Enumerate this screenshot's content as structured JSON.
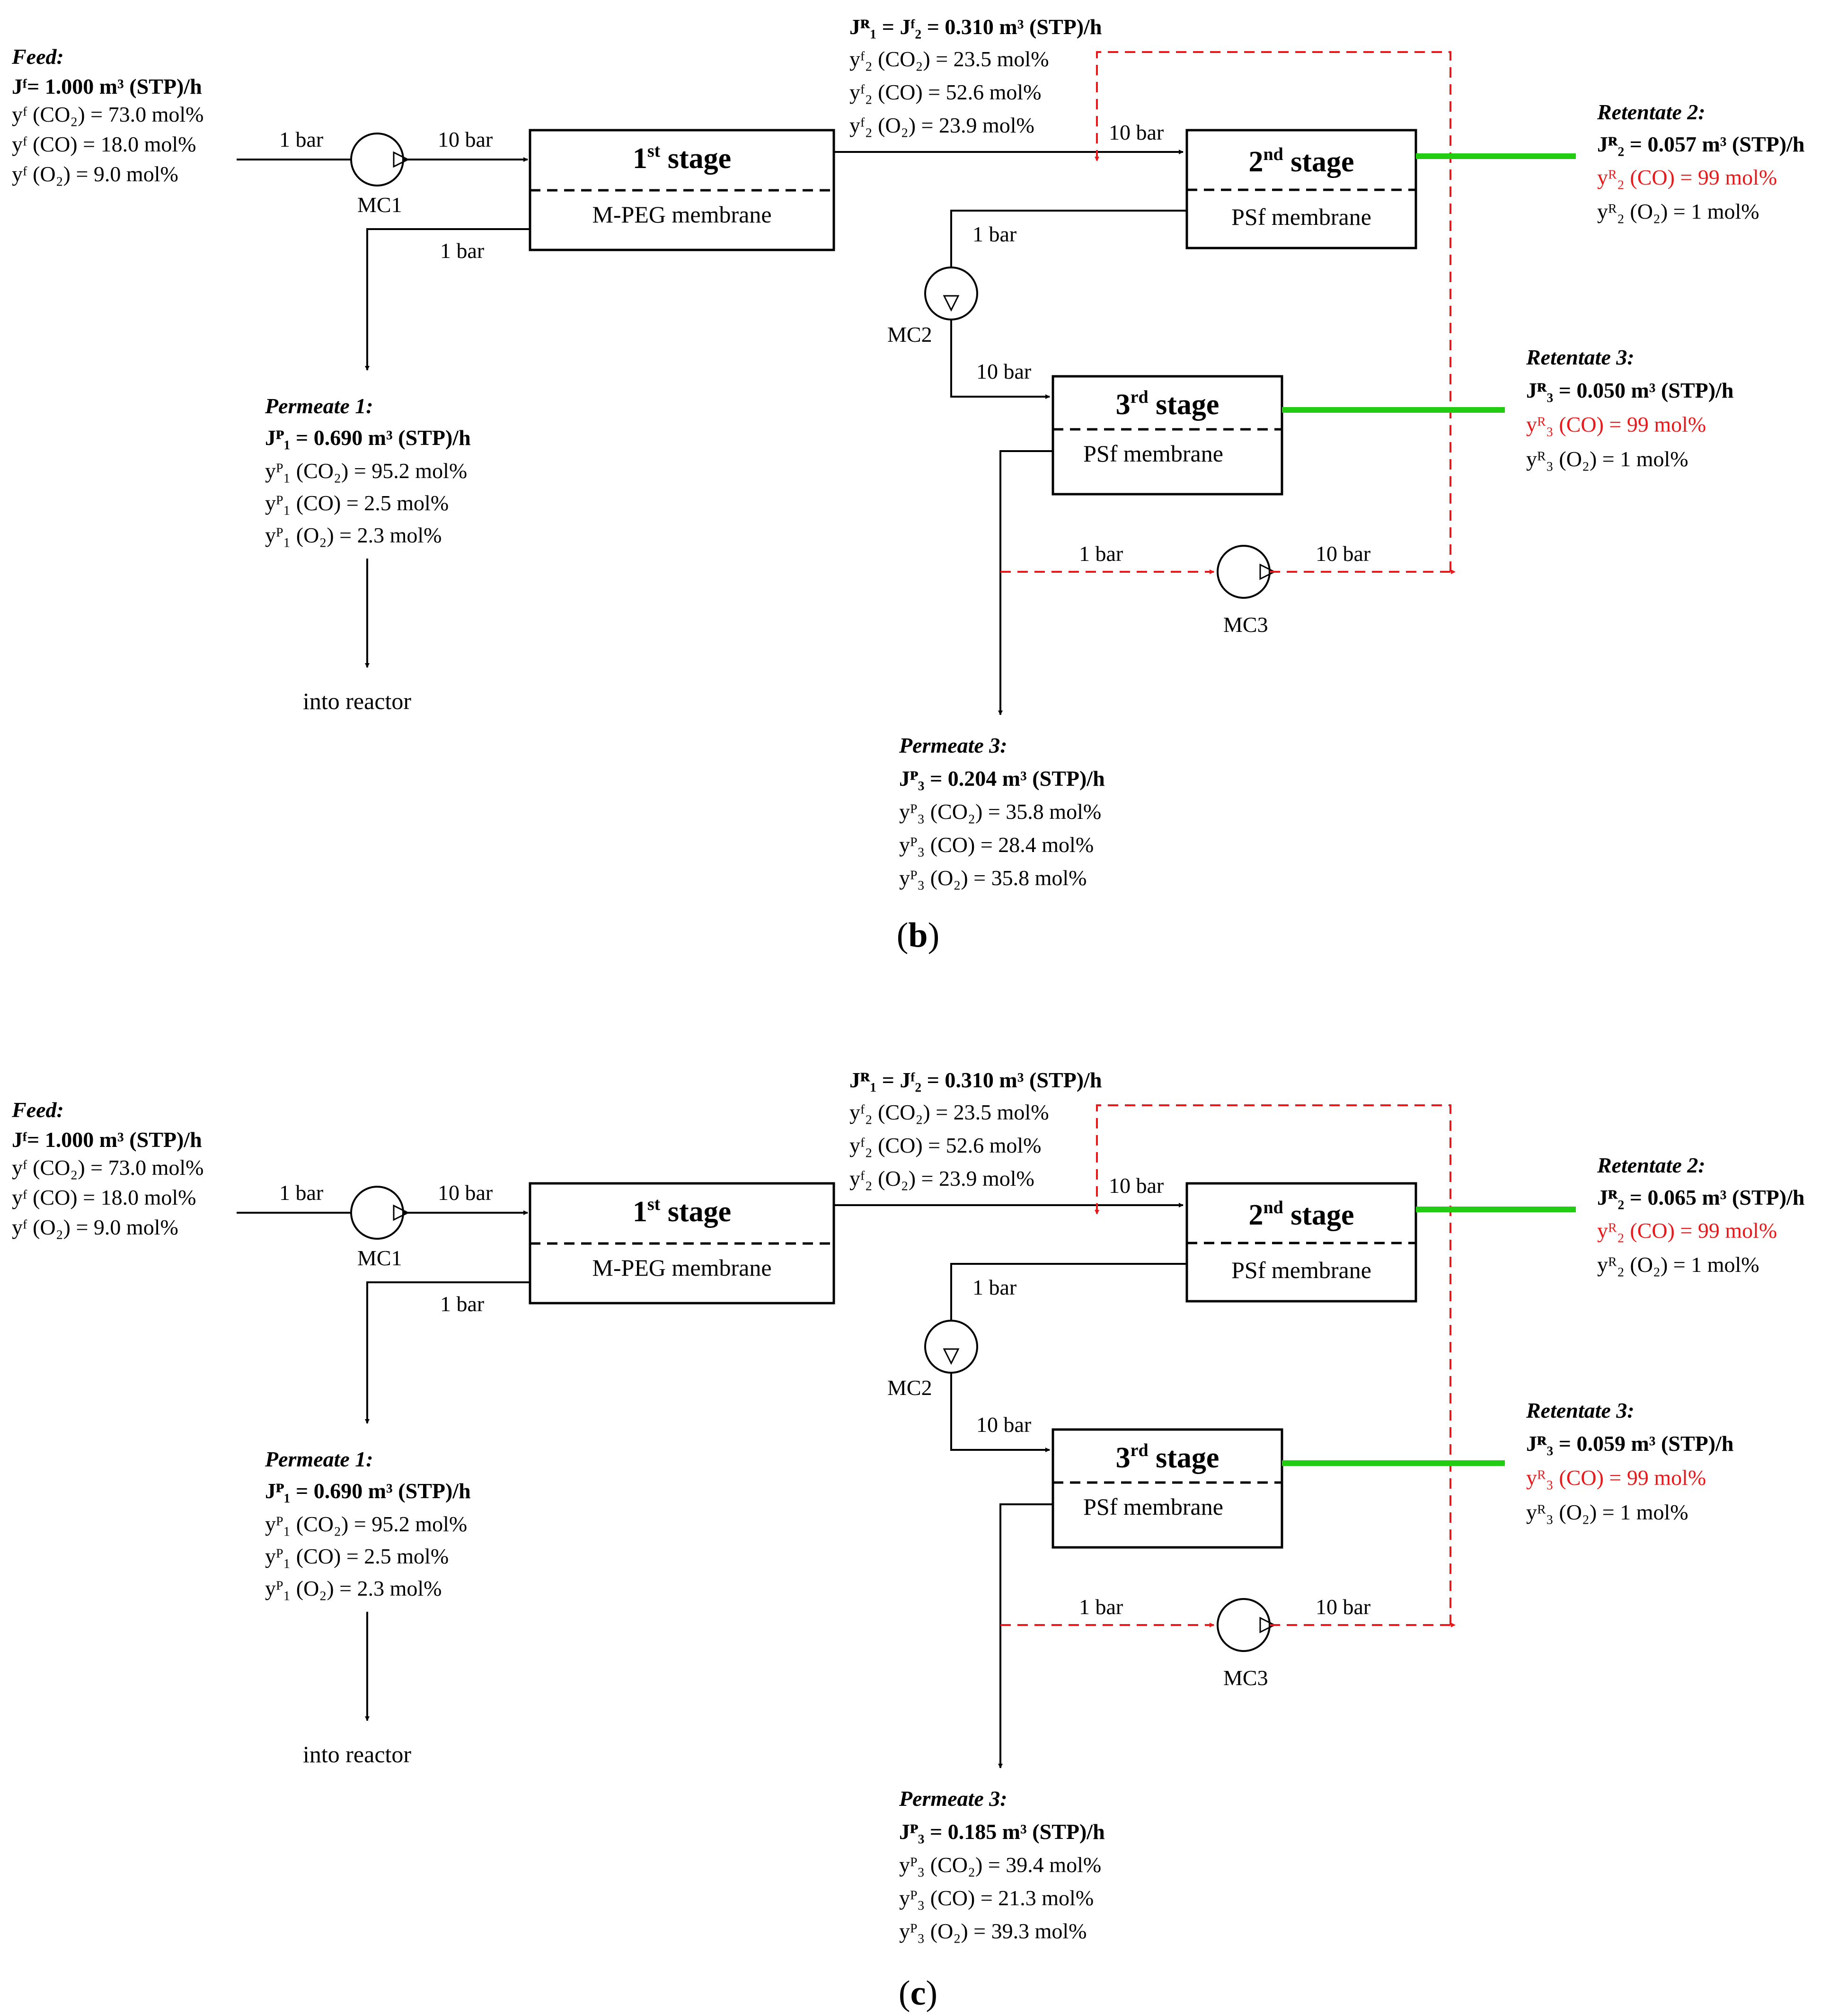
{
  "colors": {
    "line": "#000000",
    "recycle": "#e8191a",
    "product_arrow": "#22cc11",
    "highlight_text": "#e8191a"
  },
  "panels": [
    {
      "feed": {
        "label": "Feed:",
        "j": "Jᶠ= 1.000 m³ (STP)/h",
        "co2": "yᶠ (CO₂) = 73.0 mol%",
        "co": "yᶠ (CO) = 18.0 mol%",
        "o2": "yᶠ (O₂) = 9.0 mol%"
      },
      "pressures": {
        "feed_in": "1 bar",
        "stage1_in": "10 bar",
        "stage1_perm": "1 bar",
        "stage2_in": "10 bar",
        "stage2_perm": "1 bar",
        "stage3_in": "10 bar",
        "recycle_low": "1 bar",
        "recycle_high": "10 bar"
      },
      "compressors": {
        "mc1": "MC1",
        "mc2": "MC2",
        "mc3": "MC3"
      },
      "stage1": {
        "num": "1",
        "sup": "st",
        "word": " stage",
        "membrane": "M-PEG membrane"
      },
      "stage2": {
        "num": "2",
        "sup": "nd",
        "word": " stage",
        "membrane": "PSf membrane"
      },
      "stage3": {
        "num": "3",
        "sup": "rd",
        "word": " stage",
        "membrane": "PSf  membrane"
      },
      "retentate1": {
        "j": "Jᴿ₁ = Jᶠ₂ = 0.310 m³ (STP)/h",
        "co2": "yᶠ₂ (CO₂) = 23.5 mol%",
        "co": "yᶠ₂ (CO) = 52.6 mol%",
        "o2": "yᶠ₂ (O₂) = 23.9 mol%"
      },
      "permeate1": {
        "label": "Permeate 1:",
        "j": "Jᴾ₁ = 0.690 m³ (STP)/h",
        "co2": "yᴾ₁ (CO₂) = 95.2 mol%",
        "co": "yᴾ₁ (CO) = 2.5 mol%",
        "o2": "yᴾ₁ (O₂) = 2.3 mol%",
        "dest": "into reactor"
      },
      "retentate2": {
        "label": "Retentate 2:",
        "j": "Jᴿ₂ = 0.057 m³ (STP)/h",
        "co": "yᴿ₂ (CO) = 99 mol%",
        "o2": "yᴿ₂ (O₂) = 1 mol%"
      },
      "retentate3": {
        "label": "Retentate 3:",
        "j": "Jᴿ₃ = 0.050 m³ (STP)/h",
        "co": "yᴿ₃ (CO) = 99 mol%",
        "o2": "yᴿ₃ (O₂) = 1 mol%"
      },
      "permeate3": {
        "label": "Permeate 3:",
        "j": "Jᴾ₃ = 0.204 m³ (STP)/h",
        "co2": "yᴾ₃ (CO₂) = 35.8 mol%",
        "co": "yᴾ₃ (CO) = 28.4 mol%",
        "o2": "yᴾ₃ (O₂) = 35.8 mol%"
      },
      "caption": {
        "open": "(",
        "letter": "b",
        "close": ")"
      }
    },
    {
      "feed": {
        "label": "Feed:",
        "j": "Jᶠ= 1.000 m³ (STP)/h",
        "co2": "yᶠ (CO₂) = 73.0 mol%",
        "co": "yᶠ (CO) = 18.0 mol%",
        "o2": "yᶠ (O₂) = 9.0 mol%"
      },
      "pressures": {
        "feed_in": "1 bar",
        "stage1_in": "10 bar",
        "stage1_perm": "1 bar",
        "stage2_in": "10 bar",
        "stage2_perm": "1 bar",
        "stage3_in": "10 bar",
        "recycle_low": "1 bar",
        "recycle_high": "10 bar"
      },
      "compressors": {
        "mc1": "MC1",
        "mc2": "MC2",
        "mc3": "MC3"
      },
      "stage1": {
        "num": "1",
        "sup": "st",
        "word": " stage",
        "membrane": "M-PEG membrane"
      },
      "stage2": {
        "num": "2",
        "sup": "nd",
        "word": " stage",
        "membrane": "PSf membrane"
      },
      "stage3": {
        "num": "3",
        "sup": "rd",
        "word": " stage",
        "membrane": "PSf  membrane"
      },
      "retentate1": {
        "j": "Jᴿ₁ = Jᶠ₂ = 0.310 m³ (STP)/h",
        "co2": "yᶠ₂ (CO₂) = 23.5 mol%",
        "co": "yᶠ₂ (CO) = 52.6 mol%",
        "o2": "yᶠ₂ (O₂) = 23.9 mol%"
      },
      "permeate1": {
        "label": "Permeate 1:",
        "j": "Jᴾ₁ = 0.690 m³ (STP)/h",
        "co2": "yᴾ₁ (CO₂) = 95.2 mol%",
        "co": "yᴾ₁ (CO) = 2.5 mol%",
        "o2": "yᴾ₁ (O₂) = 2.3 mol%",
        "dest": "into reactor"
      },
      "retentate2": {
        "label": "Retentate 2:",
        "j": "Jᴿ₂ = 0.065 m³ (STP)/h",
        "co": "yᴿ₂ (CO) = 99 mol%",
        "o2": "yᴿ₂ (O₂) = 1 mol%"
      },
      "retentate3": {
        "label": "Retentate 3:",
        "j": "Jᴿ₃ = 0.059 m³ (STP)/h",
        "co": "yᴿ₃ (CO) = 99 mol%",
        "o2": "yᴿ₃ (O₂) = 1 mol%"
      },
      "permeate3": {
        "label": "Permeate 3:",
        "j": "Jᴾ₃ = 0.185 m³ (STP)/h",
        "co2": "yᴾ₃ (CO₂) = 39.4 mol%",
        "co": "yᴾ₃ (CO) = 21.3 mol%",
        "o2": "yᴾ₃ (O₂) = 39.3 mol%"
      },
      "caption": {
        "open": "(",
        "letter": "c",
        "close": ")"
      }
    }
  ]
}
